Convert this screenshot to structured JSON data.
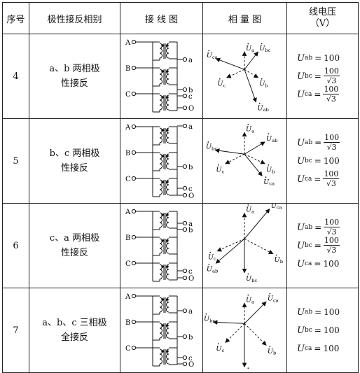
{
  "headers": {
    "seq": "序号",
    "connection": "极性接反相别",
    "wiring": "接 线 图",
    "phasor": "相 量 图",
    "voltage_line1": "线电压",
    "voltage_line2": "（V）"
  },
  "rows": [
    {
      "seq": "4",
      "desc1": "a、b 两相极",
      "desc2": "性接反",
      "v": [
        {
          "sub": "ab",
          "num": "100",
          "sqrt": false
        },
        {
          "sub": "bc",
          "num": "100",
          "sqrt": true
        },
        {
          "sub": "ca",
          "num": "100",
          "sqrt": true
        }
      ]
    },
    {
      "seq": "5",
      "desc1": "b、c 两相极",
      "desc2": "性接反",
      "v": [
        {
          "sub": "ab",
          "num": "100",
          "sqrt": true
        },
        {
          "sub": "bc",
          "num": "100",
          "sqrt": false
        },
        {
          "sub": "ca",
          "num": "100",
          "sqrt": true
        }
      ]
    },
    {
      "seq": "6",
      "desc1": "c、a 两相极",
      "desc2": "性接反",
      "v": [
        {
          "sub": "ab",
          "num": "100",
          "sqrt": true
        },
        {
          "sub": "bc",
          "num": "100",
          "sqrt": true
        },
        {
          "sub": "ca",
          "num": "100",
          "sqrt": false
        }
      ]
    },
    {
      "seq": "7",
      "desc1": "a、b、c 三相极",
      "desc2": "全接反",
      "v": [
        {
          "sub": "ab",
          "num": "100",
          "sqrt": false
        },
        {
          "sub": "bc",
          "num": "100",
          "sqrt": false
        },
        {
          "sub": "ca",
          "num": "100",
          "sqrt": false
        }
      ]
    }
  ],
  "symbols": {
    "u": "U",
    "eq": "=",
    "sqrt3": "√3",
    "primary": [
      "A",
      "B",
      "C"
    ],
    "secondary": [
      "a",
      "b",
      "c",
      "O"
    ]
  },
  "phasors": [
    [
      {
        "label": "a",
        "dashed": false
      },
      {
        "label": "b",
        "dashed": false
      },
      {
        "label": "c",
        "dashed": true
      },
      {
        "label": "ab",
        "dashed": false
      },
      {
        "label": "bc",
        "dashed": false
      },
      {
        "label": "ca",
        "dashed": false
      }
    ],
    [
      {
        "label": "a",
        "dashed": false
      },
      {
        "label": "b",
        "dashed": false
      },
      {
        "label": "c",
        "dashed": false
      },
      {
        "label": "ab",
        "dashed": false
      },
      {
        "label": "bc",
        "dashed": false
      },
      {
        "label": "ca",
        "dashed": false
      }
    ],
    [
      {
        "label": "a",
        "dashed": false
      },
      {
        "label": "b",
        "dashed": false
      },
      {
        "label": "c",
        "dashed": true
      },
      {
        "label": "ab",
        "dashed": false
      },
      {
        "label": "bc",
        "dashed": false
      },
      {
        "label": "ca",
        "dashed": false
      }
    ],
    [
      {
        "label": "a",
        "dashed": false
      },
      {
        "label": "b",
        "dashed": false
      },
      {
        "label": "c",
        "dashed": false
      },
      {
        "label": "ab",
        "dashed": false
      },
      {
        "label": "bc",
        "dashed": false
      },
      {
        "label": "ca",
        "dashed": false
      }
    ]
  ]
}
